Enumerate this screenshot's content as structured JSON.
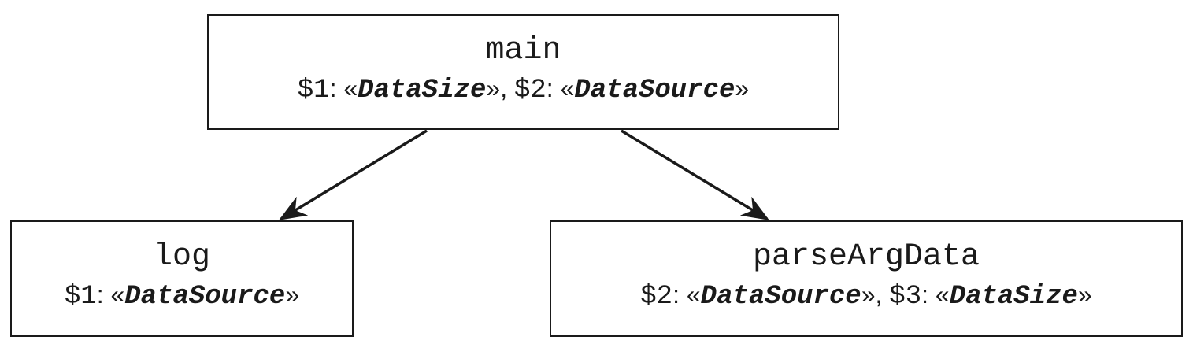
{
  "nodes": {
    "main": {
      "name": "main",
      "params": [
        {
          "var": "$1",
          "type": "DataSize"
        },
        {
          "var": "$2",
          "type": "DataSource"
        }
      ]
    },
    "log": {
      "name": "log",
      "params": [
        {
          "var": "$1",
          "type": "DataSource"
        }
      ]
    },
    "parse": {
      "name": "parseArgData",
      "params": [
        {
          "var": "$2",
          "type": "DataSource"
        },
        {
          "var": "$3",
          "type": "DataSize"
        }
      ]
    }
  },
  "edges": [
    {
      "from": "main",
      "to": "log"
    },
    {
      "from": "main",
      "to": "parseArgData"
    }
  ],
  "colors": {
    "stroke": "#1a1a1a",
    "background": "#ffffff"
  }
}
